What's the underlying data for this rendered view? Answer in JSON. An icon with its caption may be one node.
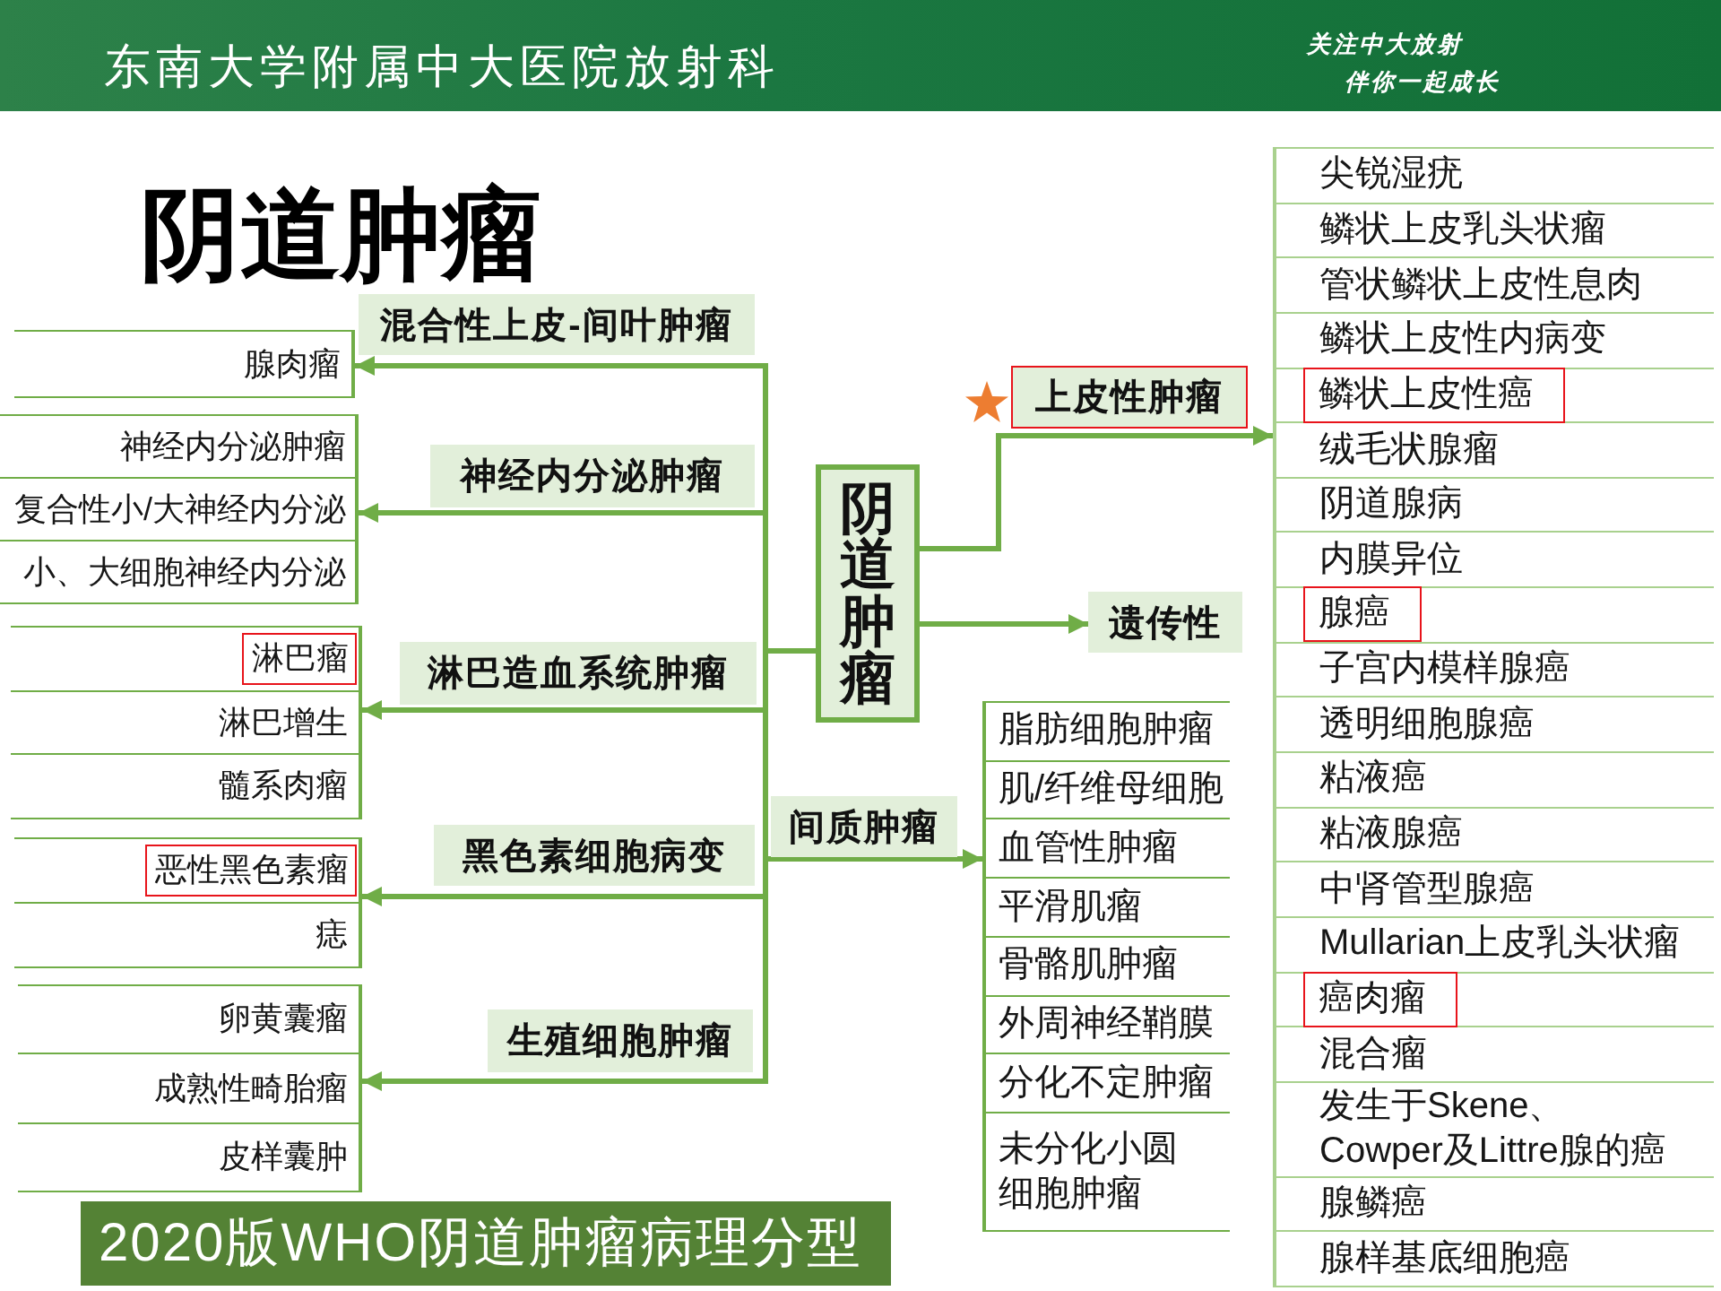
{
  "diagram": {
    "title": "阴道肿瘤",
    "caption": "2020版WHO阴道肿瘤病理分型",
    "nodes": [
      {
        "text": [
          "阴道肿瘤"
        ]
      },
      {
        "text": [],
        "shape": "bracket"
      },
      {
        "text": [
          "腺肉瘤"
        ],
        "in": 1
      },
      {
        "text": [],
        "shape": "bracket"
      },
      {
        "text": [
          "神经内分泌肿瘤"
        ],
        "in": 3
      },
      {
        "text": [
          "复合性小/大神经内分泌"
        ],
        "in": 3
      },
      {
        "text": [
          "小、大细胞神经内分泌"
        ],
        "in": 3
      },
      {
        "text": [],
        "shape": "bracket"
      },
      {
        "text": [
          "淋巴瘤"
        ],
        "in": 7
      },
      {
        "text": [
          "淋巴增生"
        ],
        "in": 7
      },
      {
        "text": [
          "髓系肉瘤"
        ],
        "in": 7
      },
      {
        "text": [],
        "shape": "bracket"
      },
      {
        "text": [
          "恶性黑色素瘤"
        ],
        "in": 11
      },
      {
        "text": [
          "痣"
        ],
        "in": 11
      },
      {
        "text": [],
        "shape": "bracket"
      },
      {
        "text": [
          "卵黄囊瘤"
        ],
        "in": 14
      },
      {
        "text": [
          "成熟性畸胎瘤"
        ],
        "in": 14
      },
      {
        "text": [
          "皮样囊肿"
        ],
        "in": 14
      },
      {
        "text": [
          "遗传性"
        ]
      },
      {
        "text": [],
        "shape": "bracket"
      },
      {
        "text": [
          "脂肪细胞肿瘤"
        ],
        "in": 19
      },
      {
        "text": [
          "肌/纤维母细胞"
        ],
        "in": 19
      },
      {
        "text": [
          "血管性肿瘤"
        ],
        "in": 19
      },
      {
        "text": [
          "平滑肌瘤"
        ],
        "in": 19
      },
      {
        "text": [
          "骨骼肌肿瘤"
        ],
        "in": 19
      },
      {
        "text": [
          "外周神经鞘膜"
        ],
        "in": 19
      },
      {
        "text": [
          "分化不定肿瘤"
        ],
        "in": 19
      },
      {
        "text": [
          "未分化小圆细胞肿瘤"
        ],
        "in": 19
      },
      {
        "text": [],
        "shape": "bracket"
      },
      {
        "text": [
          "尖锐湿疣"
        ],
        "in": 28
      },
      {
        "text": [
          "鳞状上皮乳头状瘤"
        ],
        "in": 28
      },
      {
        "text": [
          "管状鳞状上皮性息肉"
        ],
        "in": 28
      },
      {
        "text": [
          "鳞状上皮性内病变"
        ],
        "in": 28
      },
      {
        "text": [
          "鳞状上皮性癌"
        ],
        "in": 28
      },
      {
        "text": [
          "绒毛状腺瘤"
        ],
        "in": 28
      },
      {
        "text": [
          "阴道腺病"
        ],
        "in": 28
      },
      {
        "text": [
          "内膜异位"
        ],
        "in": 28
      },
      {
        "text": [
          "腺癌"
        ],
        "in": 28
      },
      {
        "text": [
          "子宫内模样腺癌"
        ],
        "in": 28
      },
      {
        "text": [
          "透明细胞腺癌"
        ],
        "in": 28
      },
      {
        "text": [
          "粘液癌"
        ],
        "in": 28
      },
      {
        "text": [
          "粘液腺癌"
        ],
        "in": 28
      },
      {
        "text": [
          "中肾管型腺癌"
        ],
        "in": 28
      },
      {
        "text": [
          "Mullarian上皮乳头状瘤"
        ],
        "in": 28
      },
      {
        "text": [
          "癌肉瘤"
        ],
        "in": 28
      },
      {
        "text": [
          "混合瘤"
        ],
        "in": 28
      },
      {
        "text": [
          "发生于Skene、Cowper及Littre腺的癌"
        ],
        "in": 28
      },
      {
        "text": [
          "腺鳞癌"
        ],
        "in": 28
      },
      {
        "text": [
          "腺样基底细胞癌"
        ],
        "in": 28
      }
    ],
    "edges": [
      {
        "from": 0,
        "to": 1,
        "arrow": "to",
        "label": "混合性上皮-间叶肿瘤"
      },
      {
        "from": 0,
        "to": 3,
        "arrow": "to",
        "label": "神经内分泌肿瘤"
      },
      {
        "from": 0,
        "to": 7,
        "arrow": "to",
        "label": "淋巴造血系统肿瘤"
      },
      {
        "from": 0,
        "to": 11,
        "arrow": "to",
        "label": "黑色素细胞病变"
      },
      {
        "from": 0,
        "to": 14,
        "arrow": "to",
        "label": "生殖细胞肿瘤"
      },
      {
        "from": 0,
        "to": 19,
        "arrow": "to",
        "label": "间质肿瘤"
      },
      {
        "from": 0,
        "to": 28,
        "arrow": "to",
        "label": "上皮性肿瘤"
      },
      {
        "from": 0,
        "to": 18,
        "arrow": "to"
      }
    ],
    "labels": [
      "东南大学附属中大医院放射科",
      "关注中大放射",
      "伴你一起成长"
    ]
  }
}
